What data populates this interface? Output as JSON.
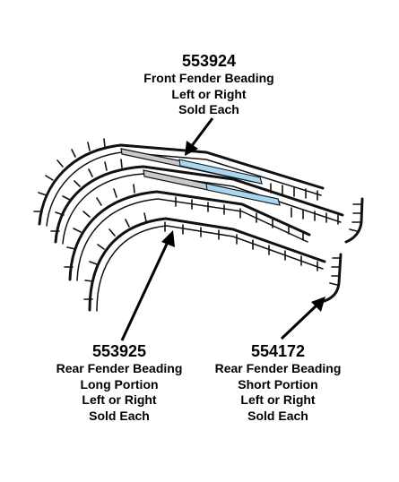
{
  "callouts": {
    "front": {
      "part_number": "553924",
      "lines": [
        "Front Fender Beading",
        "Left or Right",
        "Sold Each"
      ]
    },
    "rear_long": {
      "part_number": "553925",
      "lines": [
        "Rear Fender Beading",
        "Long Portion",
        "Left or Right",
        "Sold Each"
      ]
    },
    "rear_short": {
      "part_number": "554172",
      "lines": [
        "Rear Fender Beading",
        "Short Portion",
        "Left or Right",
        "Sold Each"
      ]
    }
  },
  "colors": {
    "outline": "#111111",
    "highlight": "#a9d6f2",
    "front_strip": "#c9c9c9",
    "background": "#ffffff"
  }
}
